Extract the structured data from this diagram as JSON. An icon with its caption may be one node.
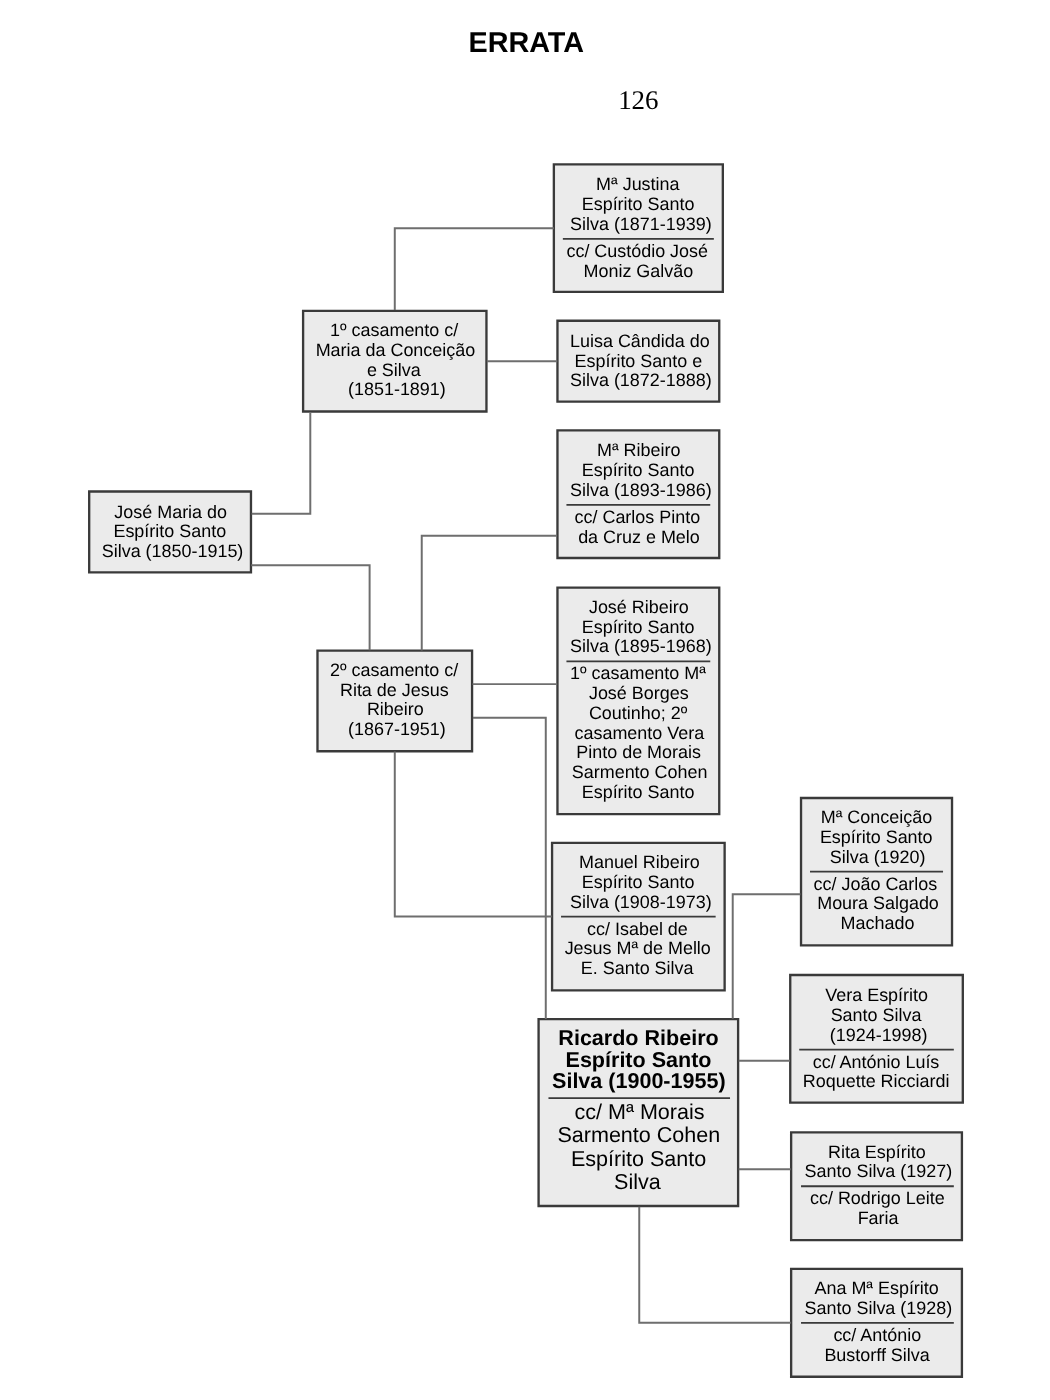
{
  "diagram": {
    "title": "ERRATA",
    "nodes": [
      {
        "text": [
          "José Maria do Espírito Santo Silva (1850-1915)"
        ]
      },
      {
        "text": [
          "1º casamento c/ Maria da Conceição e Silva (1851-1891)"
        ]
      },
      {
        "text": [
          "Mª Justina Espírito Santo Silva (1871-1939)",
          "cc/ Custódio José Moniz Galvão"
        ]
      },
      {
        "text": [
          "Luisa Cândida do Espírito Santo e Silva (1872-1888)"
        ]
      },
      {
        "text": [
          "2º casamento c/ Rita de Jesus Ribeiro (1867-1951)"
        ]
      },
      {
        "text": [
          "Mª Ribeiro Espírito Santo Silva (1893-1986)",
          "cc/ Carlos Pinto da Cruz e Melo"
        ]
      },
      {
        "text": [
          "José Ribeiro Espírito Santo Silva (1895-1968)",
          "1º casamento Mª José Borges Coutinho; 2º casamento Vera Pinto de Morais Sarmento Cohen Espírito Santo"
        ]
      },
      {
        "text": [
          "Manuel Ribeiro Espírito Santo Silva (1908-1973)",
          "cc/ Isabel de Jesus Mª de Mello E. Santo Silva"
        ]
      },
      {
        "text": [
          "Ricardo Ribeiro Espírito Santo Silva (1900-1955)",
          "cc/ Mª Morais Sarmento Cohen Espírito Santo Silva"
        ]
      },
      {
        "text": [
          "Mª Conceição Espírito Santo Silva (1920)",
          "cc/ João Carlos Moura Salgado Machado"
        ]
      },
      {
        "text": [
          "Vera Espírito Santo Silva (1924-1998)",
          "cc/ António Luís Roquette Ricciardi"
        ]
      },
      {
        "text": [
          "Rita Espírito Santo Silva (1927)",
          "cc/ Rodrigo Leite Faria"
        ]
      },
      {
        "text": [
          "Ana Mª Espírito Santo Silva (1928)",
          "cc/ António Bustorff Silva"
        ]
      }
    ],
    "edges": [
      {
        "from": 0,
        "to": 1,
        "arrow": "none"
      },
      {
        "from": 0,
        "to": 4,
        "arrow": "none"
      },
      {
        "from": 1,
        "to": 2,
        "arrow": "none"
      },
      {
        "from": 1,
        "to": 3,
        "arrow": "none"
      },
      {
        "from": 4,
        "to": 5,
        "arrow": "none"
      },
      {
        "from": 4,
        "to": 6,
        "arrow": "none"
      },
      {
        "from": 4,
        "to": 7,
        "arrow": "none"
      },
      {
        "from": 4,
        "to": 8,
        "arrow": "none"
      },
      {
        "from": 8,
        "to": 9,
        "arrow": "none"
      },
      {
        "from": 8,
        "to": 10,
        "arrow": "none"
      },
      {
        "from": 8,
        "to": 11,
        "arrow": "none"
      },
      {
        "from": 8,
        "to": 12,
        "arrow": "none"
      }
    ],
    "labels": [
      "126"
    ]
  }
}
